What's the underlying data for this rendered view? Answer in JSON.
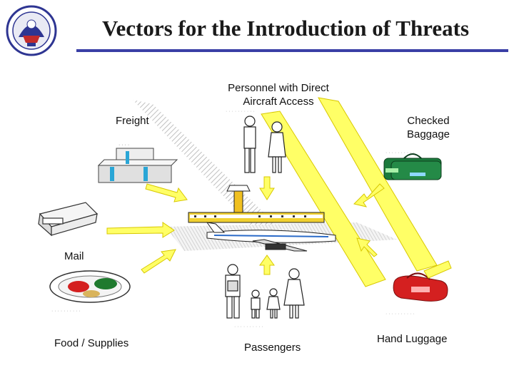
{
  "title": "Vectors for the Introduction of Threats",
  "labels": {
    "personnel_line1": "Personnel with Direct",
    "personnel_line2": "Aircraft Access",
    "freight": "Freight",
    "checked_line1": "Checked",
    "checked_line2": "Baggage",
    "mail": "Mail",
    "food_supplies": "Food / Supplies",
    "passengers": "Passengers",
    "hand_luggage": "Hand Luggage"
  },
  "icons": [
    "seal-icon",
    "freight-boxes-icon",
    "mail-icon",
    "food-plate-icon",
    "personnel-figures-icon",
    "airport-tower-icon",
    "aircraft-icon",
    "checked-bag-icon",
    "family-figures-icon",
    "hand-bag-icon"
  ],
  "colors": {
    "arrow": "#ffff66",
    "arrow_outline": "#d8c800",
    "rule": "#3a3fa6",
    "checked_bag": "#1b7a3c",
    "hand_bag": "#d42020"
  }
}
